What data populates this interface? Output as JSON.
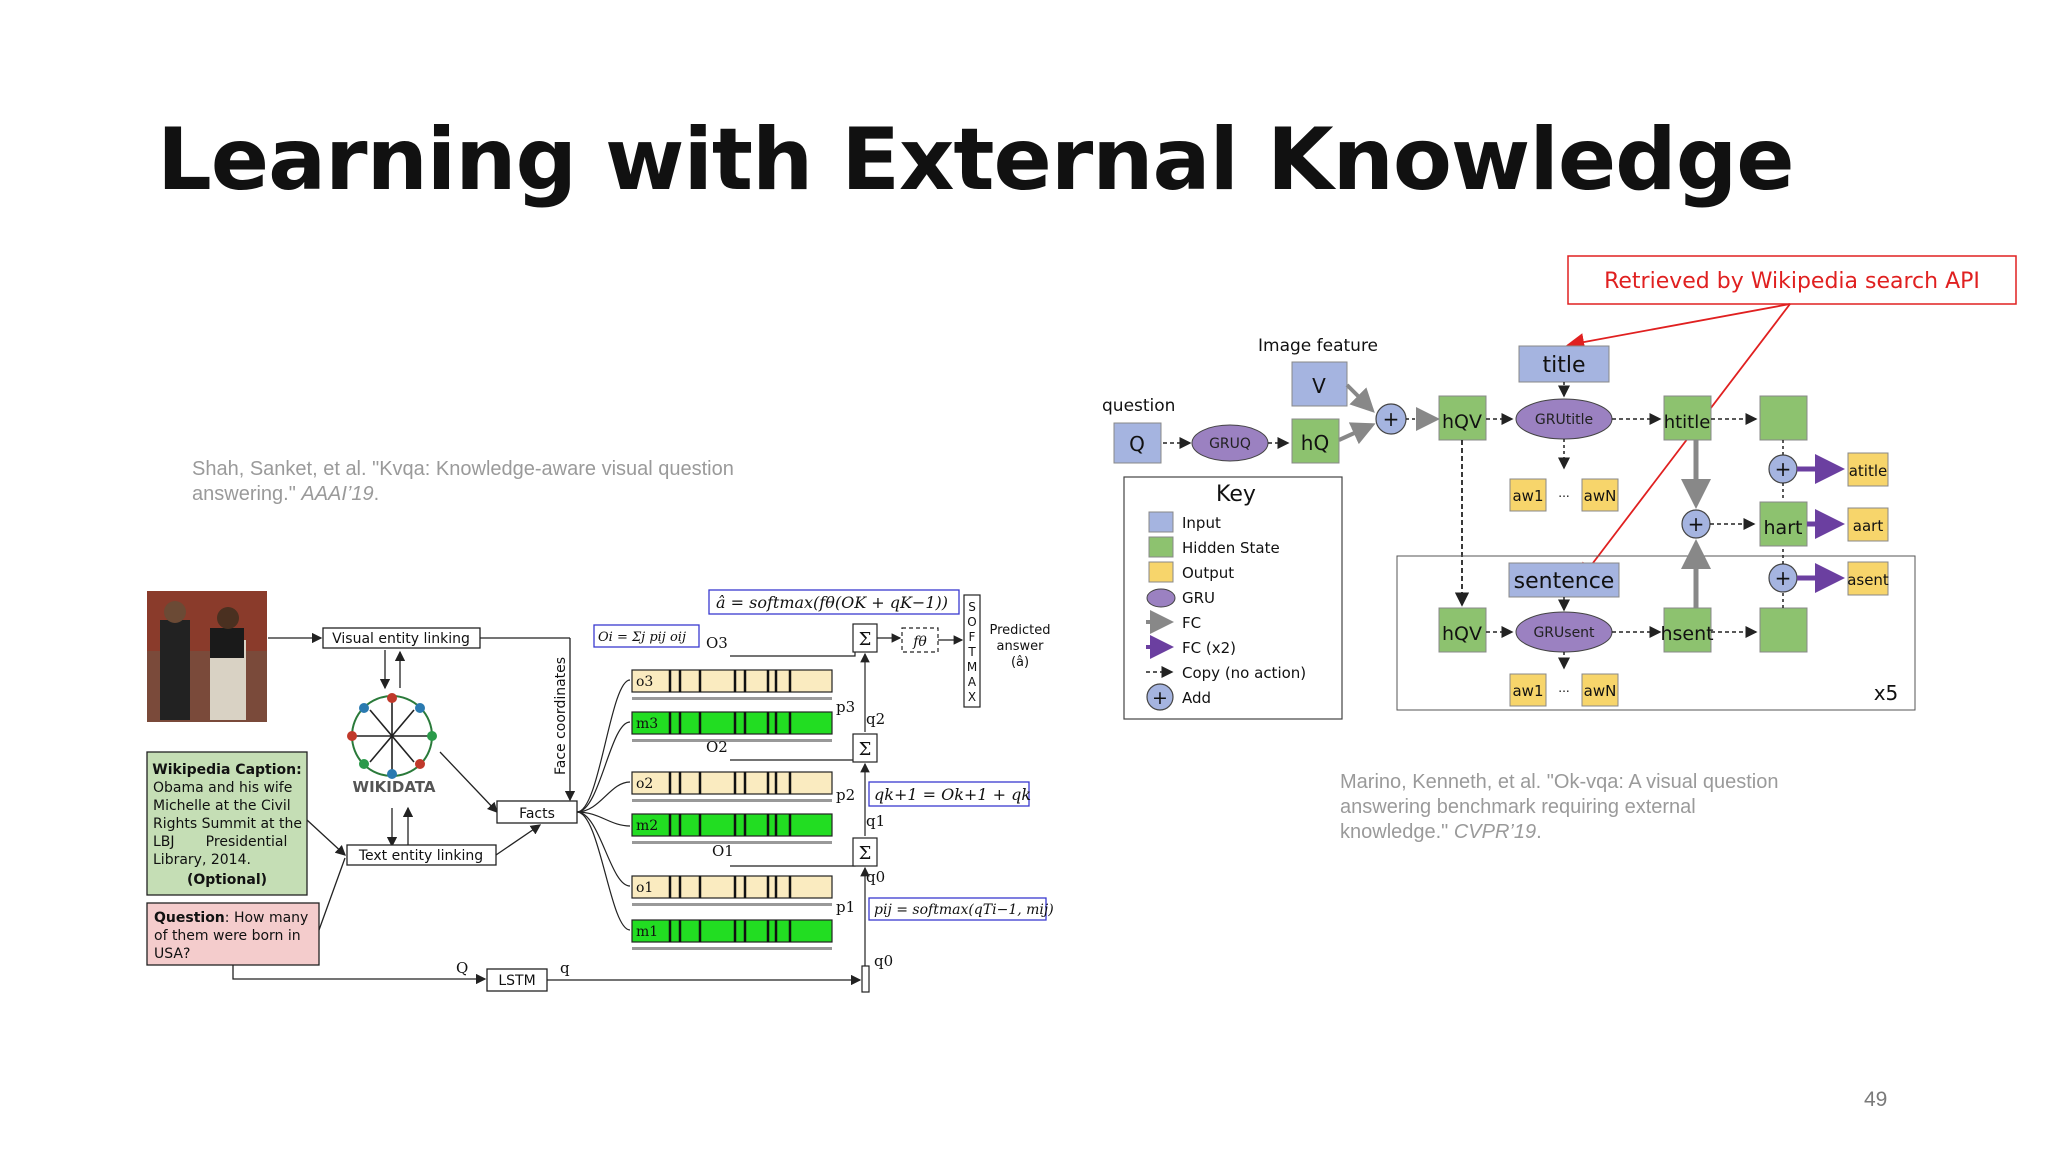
{
  "slide": {
    "title": "Learning with External Knowledge",
    "page_number": "49"
  },
  "citation_left": {
    "line1": "Shah, Sanket, et al. \"Kvqa: Knowledge-aware visual question",
    "line2_prefix": "answering.\" ",
    "line2_venue": "AAAI’19",
    "line2_suffix": "."
  },
  "citation_right": {
    "line1": "Marino, Kenneth, et al. \"Ok-vqa: A visual question",
    "line2": "answering benchmark requiring external",
    "line3_prefix": "knowledge.\" ",
    "line3_venue": "CVPR’19",
    "line3_suffix": "."
  },
  "kvqa": {
    "visual_entity_linking": "Visual entity linking",
    "text_entity_linking": "Text entity linking",
    "wikidata": "WIKIDATA",
    "face_coordinates": "Face coordinates",
    "facts": "Facts",
    "lstm": "LSTM",
    "Q": "Q",
    "q": "q",
    "caption_title": "Wikipedia Caption:",
    "caption_lines": [
      "Obama and his wife",
      "Michelle at the Civil",
      "Rights Summit at the",
      "LBJ       Presidential",
      "Library, 2014."
    ],
    "caption_optional": "(Optional)",
    "question_bold": "Question",
    "question_line1": ": How many",
    "question_line2": "of them were born in",
    "question_line3": "USA?",
    "predicted_answer": [
      "Predicted",
      "answer",
      "(â)"
    ],
    "softmax_letters": [
      "S",
      "O",
      "F",
      "T",
      "M",
      "A",
      "X"
    ],
    "formula_softmax": "â = softmax(fθ(OK + qK−1))",
    "formula_o": "Oi = Σj pij oij",
    "formula_q": "qk+1 = Ok+1 + qk",
    "formula_p": "pij = softmax(qTi−1, mij)",
    "f_theta": "fθ",
    "sigma": "Σ",
    "hops": [
      {
        "o": "o3",
        "m": "m3",
        "O": "O3",
        "p": "p3",
        "q": "q2"
      },
      {
        "o": "o2",
        "m": "m2",
        "O": "O2",
        "p": "p2",
        "q": "q1"
      },
      {
        "o": "o1",
        "m": "m1",
        "O": "O1",
        "p": "p1",
        "q": "q0"
      }
    ],
    "q0_bottom": "q0"
  },
  "okvqa": {
    "annotation": "Retrieved by Wikipedia search API",
    "image_feature": "Image feature",
    "question": "question",
    "Q": "Q",
    "V": "V",
    "gru_q": "GRUQ",
    "h_q": "hQ",
    "h_qv": "hQV",
    "title": "title",
    "gru_title": "GRUtitle",
    "h_title": "htitle",
    "a_w1": "aw1",
    "a_wN": "awN",
    "ellipsis": "...",
    "h_art": "hart",
    "a_title": "atitle",
    "a_art": "aart",
    "a_sent": "asent",
    "sentence": "sentence",
    "gru_sent": "GRUsent",
    "h_sent": "hsent",
    "x5": "x5",
    "key_title": "Key",
    "key_items": [
      "Input",
      "Hidden State",
      "Output",
      "GRU",
      "FC",
      "FC (x2)",
      "Copy (no action)",
      "Add"
    ]
  },
  "colors": {
    "input_blue": "#a5b4e0",
    "hidden_green": "#8dc26f",
    "output_yellow": "#f7d56b",
    "gru_purple": "#9b81c1",
    "fc_purple": "#6b3fa0",
    "annotation_red": "#e02020",
    "kvqa_green": "#22dd22",
    "kvqa_cream": "#faebc0",
    "caption_green": "#c5deb5",
    "question_pink": "#f4cccc"
  }
}
